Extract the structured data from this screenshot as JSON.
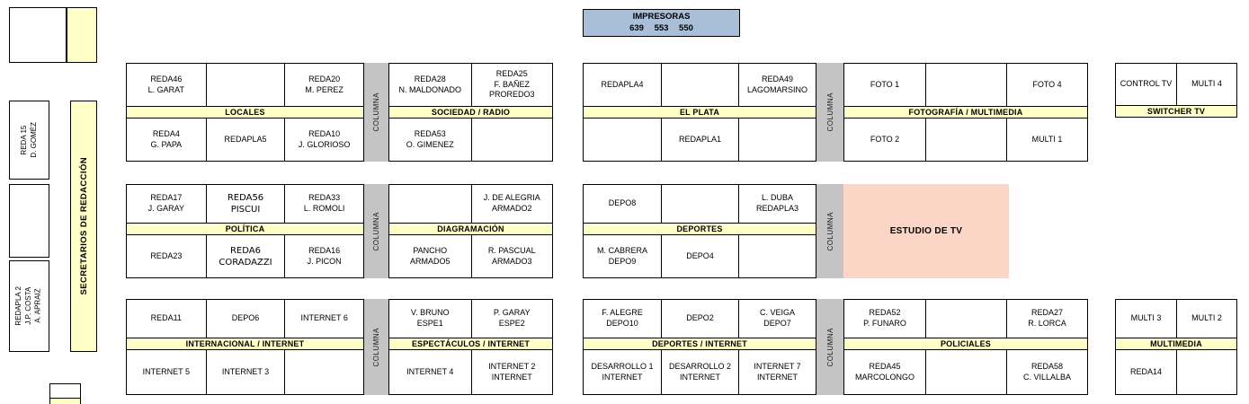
{
  "printers": {
    "title": "IMPRESORAS",
    "numbers": "639 553 550"
  },
  "columna_label": "COLUMNA",
  "estudio_tv_label": "ESTUDIO DE TV",
  "left_rail": {
    "desk_top": "REDA 15\nD. GOMÉZ",
    "secretarios": "SECRETARIOS DE REDACCIÓN",
    "desk_bottom": "REDAPLA 2\nJ.P. COSTA\nA. APRAIZ"
  },
  "colors": {
    "band_yellow": "#FFFFC8",
    "column_gray": "#C4C4C4",
    "printers_blue": "#A8BED9",
    "studio_pink": "#FBD6C6"
  },
  "groups": {
    "locales": {
      "header": "LOCALES",
      "top": [
        "REDA46\nL. GARAT",
        "",
        "REDA20\nM. PEREZ"
      ],
      "bottom": [
        "REDA4\nG. PAPA",
        "REDAPLA5",
        "REDA10\nJ. GLORIOSO"
      ]
    },
    "sociedad_radio": {
      "header": "SOCIEDAD / RADIO",
      "top": [
        "REDA28\nN. MALDONADO",
        "REDA25\nF. BAÑEZ\nPROREDO3"
      ],
      "bottom": [
        "REDA53\nO. GIMENEZ",
        ""
      ]
    },
    "el_plata": {
      "header": "EL PLATA",
      "top": [
        "REDAPLA4",
        "",
        "REDA49\nLAGOMARSINO"
      ],
      "bottom": [
        "",
        "REDAPLA1",
        ""
      ]
    },
    "fotografia_multimedia": {
      "header": "FOTOGRAFÍA / MULTIMEDIA",
      "top": [
        "FOTO 1",
        "",
        "FOTO 4"
      ],
      "bottom": [
        "FOTO 2",
        "",
        "MULTI 1"
      ]
    },
    "switcher_tv": {
      "header": "SWITCHER TV",
      "top": [
        "CONTROL TV",
        "MULTI 4"
      ]
    },
    "politica": {
      "header": "POLÍTICA",
      "top": [
        "REDA17\nJ. GARAY",
        "REDA56\nPISCUI",
        "REDA33\nL. ROMOLI"
      ],
      "bottom": [
        "REDA23",
        "REDA6\nCORADAZZI",
        "REDA16\nJ. PICON"
      ]
    },
    "diagramacion": {
      "header": "DIAGRAMACIÓN",
      "top": [
        "",
        "J. DE ALEGRIA\nARMADO2"
      ],
      "bottom": [
        "PANCHO\nARMADO5",
        "R. PASCUAL\nARMADO3"
      ]
    },
    "deportes": {
      "header": "DEPORTES",
      "top": [
        "DEPO8",
        "",
        "L. DUBA\nREDAPLA3"
      ],
      "bottom": [
        "M. CABRERA\nDEPO9",
        "DEPO4",
        ""
      ]
    },
    "internacional_internet": {
      "header": "INTERNACIONAL / INTERNET",
      "top": [
        "REDA11",
        "DEPO6",
        "INTERNET 6"
      ],
      "bottom": [
        "INTERNET 5",
        "INTERNET 3",
        ""
      ]
    },
    "espectaculos_internet": {
      "header": "ESPECTÁCULOS / INTERNET",
      "top": [
        "V. BRUNO\nESPE1",
        "P. GARAY\nESPE2"
      ],
      "bottom": [
        "INTERNET 4",
        "INTERNET 2\nINTERNET"
      ]
    },
    "deportes_internet": {
      "header": "DEPORTES / INTERNET",
      "top": [
        "F. ALEGRE\nDEPO10",
        "DEPO2",
        "C. VEIGA\nDEPO7"
      ],
      "bottom": [
        "DESARROLLO 1\nINTERNET",
        "DESARROLLO 2\nINTERNET",
        "INTERNET 7\nINTERNET"
      ]
    },
    "policiales": {
      "header": "POLICIALES",
      "top": [
        "REDA52\nP. FUNARO",
        "",
        "REDA27\nR. LORCA"
      ],
      "bottom": [
        "REDA45\nMARCOLONGO",
        "",
        "REDA58\nC. VILLALBA"
      ]
    },
    "multimedia": {
      "header": "MULTIMEDIA",
      "top": [
        "MULTI 3",
        "MULTI 2"
      ],
      "bottom": [
        "REDA14",
        ""
      ]
    }
  }
}
